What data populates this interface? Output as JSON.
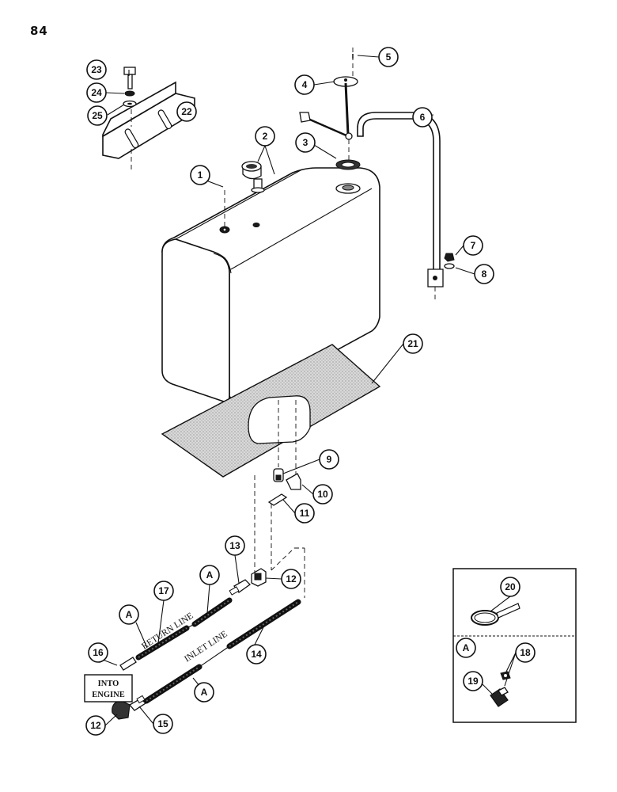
{
  "page": {
    "number": "84"
  },
  "labels": {
    "return_line": "RETURN LINE",
    "inlet_line": "INLET LINE",
    "into_engine_line1": "INTO",
    "into_engine_line2": "ENGINE"
  },
  "callouts": {
    "c1": "1",
    "c2": "2",
    "c3": "3",
    "c4": "4",
    "c5": "5",
    "c6": "6",
    "c7": "7",
    "c8": "8",
    "c9": "9",
    "c10": "10",
    "c11": "11",
    "c12a": "12",
    "c12b": "12",
    "c13": "13",
    "c14": "14",
    "c15": "15",
    "c16": "16",
    "c17": "17",
    "c18": "18",
    "c19": "19",
    "c20": "20",
    "c21": "21",
    "c22": "22",
    "c23": "23",
    "c24": "24",
    "c25": "25",
    "ref_a1": "A",
    "ref_a2": "A",
    "ref_a3": "A",
    "ref_a4": "A"
  }
}
